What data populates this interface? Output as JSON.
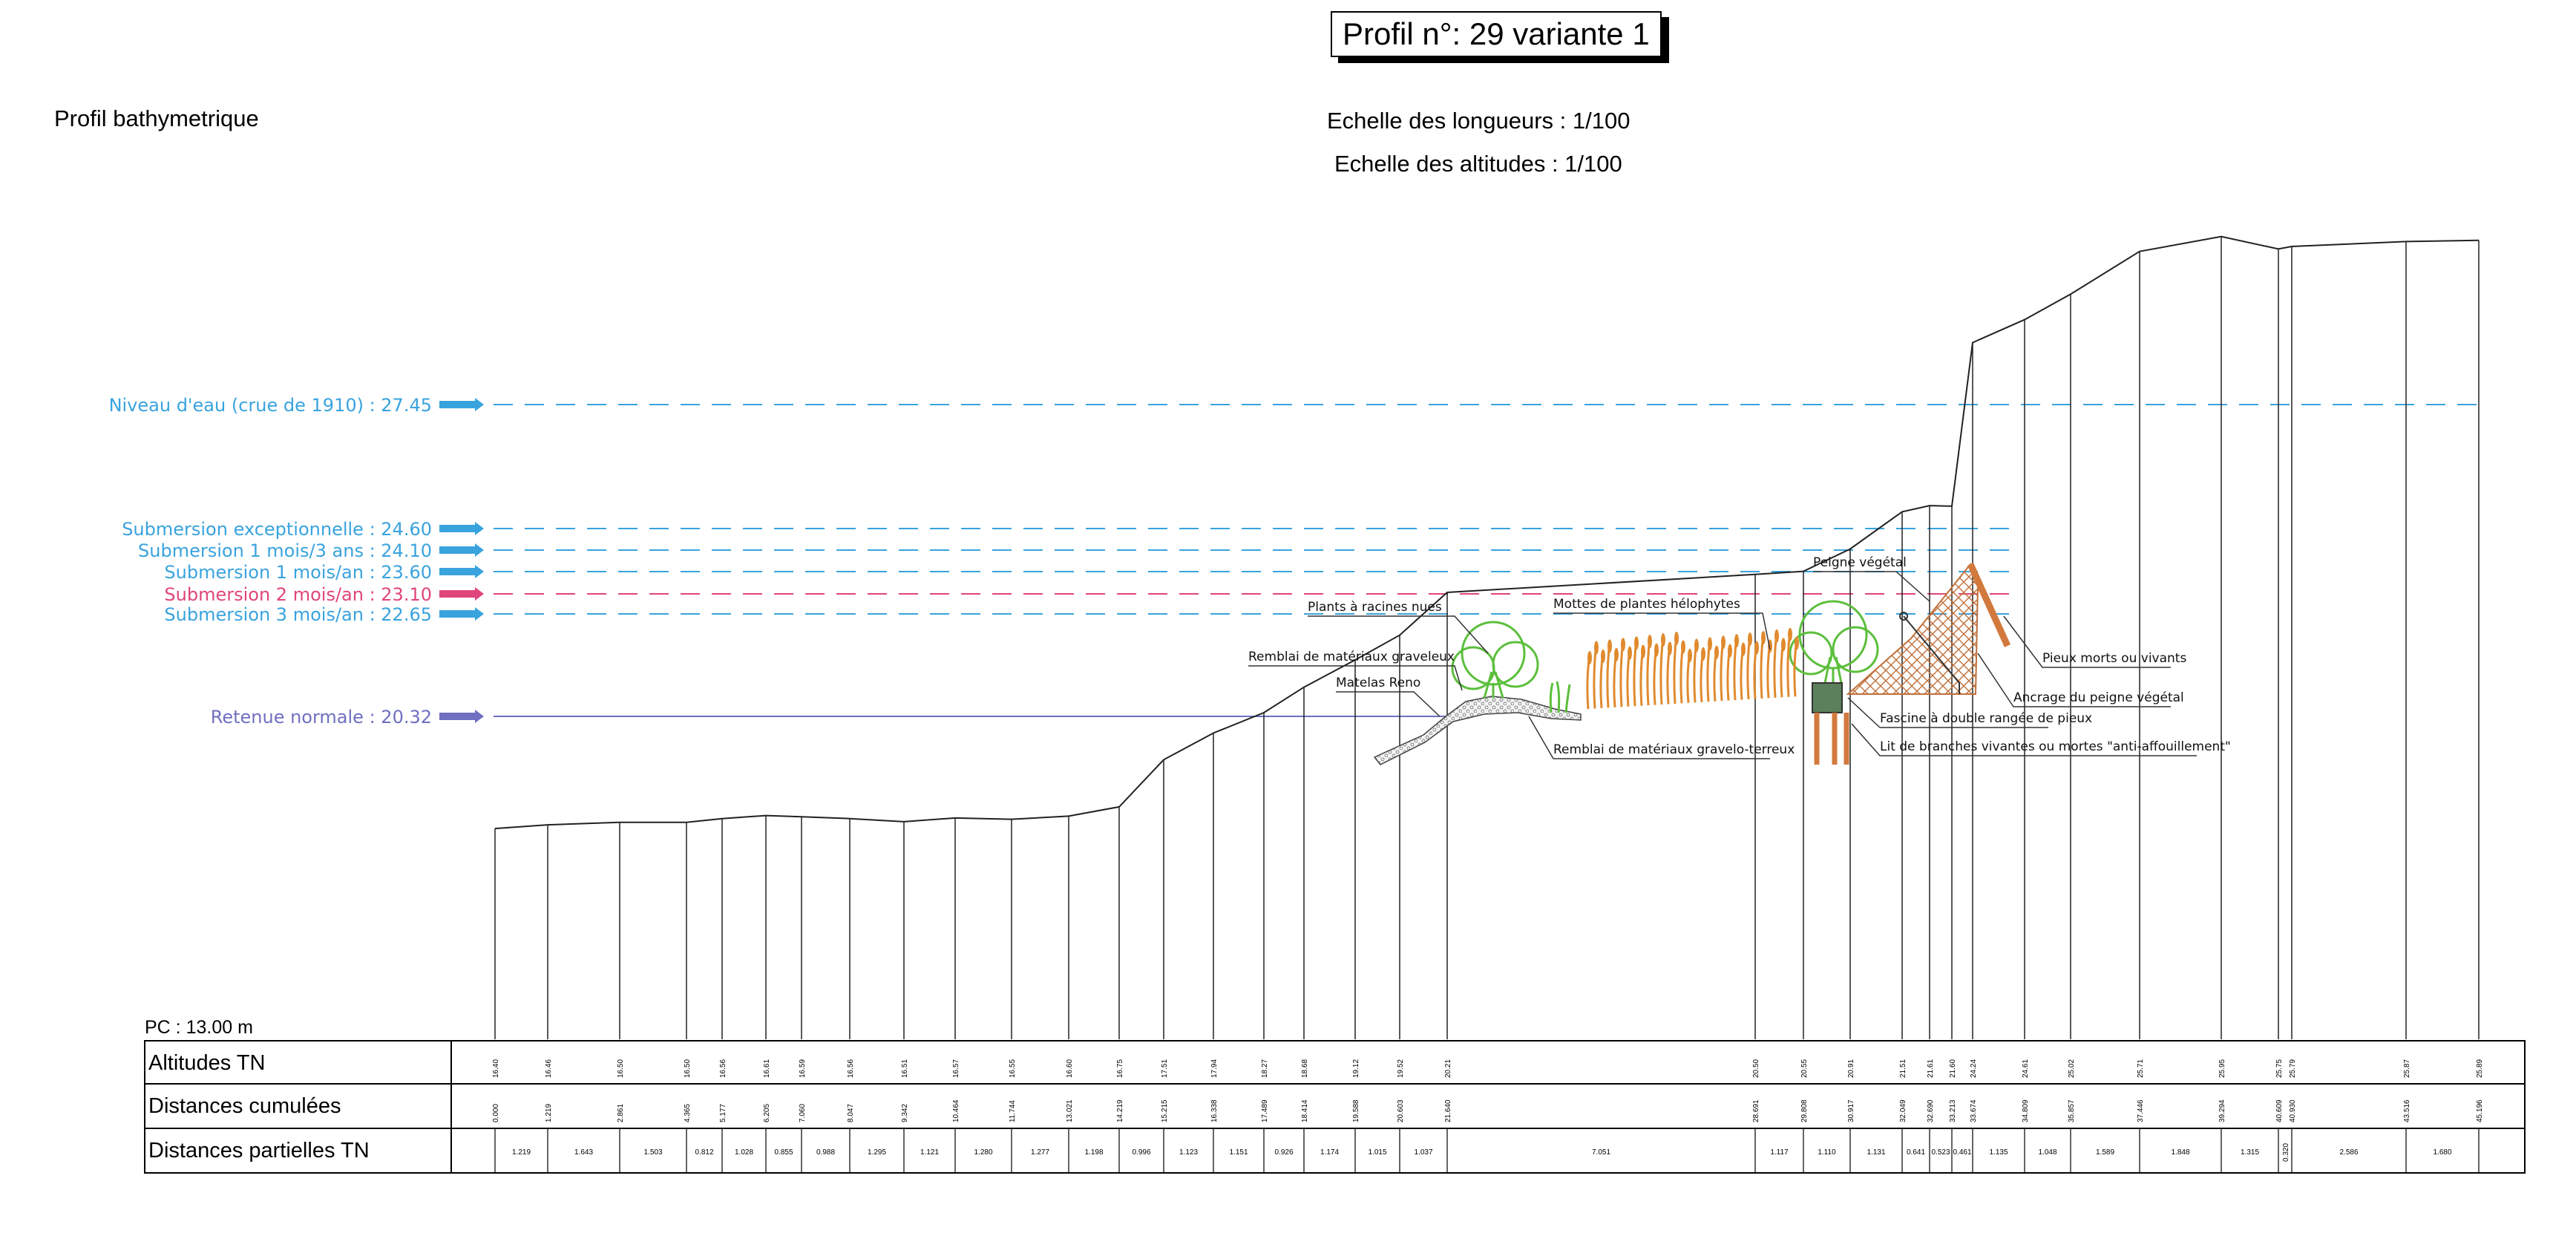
{
  "header": {
    "title": "Profil n°: 29 variante 1",
    "subtitle_left": "Profil bathymetrique",
    "scale_length": "Echelle des longueurs : 1/100",
    "scale_altitude": "Echelle des altitudes : 1/100"
  },
  "colors": {
    "blue": "#39a3de",
    "pink": "#e0457b",
    "purple": "#6f6fc1",
    "ground": "#222222",
    "vegetation": "#5cbf3c",
    "reed": "#e08a2e",
    "stake": "#d2793d"
  },
  "levels": [
    {
      "label": "Niveau d'eau (crue de 1910) : 27.45",
      "value": 27.45,
      "color": "blue"
    },
    {
      "label": "Submersion exceptionnelle : 24.60",
      "value": 24.6,
      "color": "blue"
    },
    {
      "label": "Submersion 1 mois/3 ans : 24.10",
      "value": 24.1,
      "color": "blue"
    },
    {
      "label": "Submersion 1 mois/an : 23.60",
      "value": 23.6,
      "color": "blue"
    },
    {
      "label": "Submersion 2 mois/an : 23.10",
      "value": 23.1,
      "color": "pink"
    },
    {
      "label": "Submersion 3 mois/an : 22.65",
      "value": 22.65,
      "color": "blue"
    },
    {
      "label": "Retenue normale : 20.32",
      "value": 20.32,
      "color": "purple"
    }
  ],
  "datum_label": "PC : 13.00 m",
  "table": {
    "rows": [
      "Altitudes TN",
      "Distances cumulées",
      "Distances partielles TN"
    ],
    "altitudes": [
      "16.40",
      "16.46",
      "16.50",
      "16.50",
      "16.56",
      "16.61",
      "16.59",
      "16.56",
      "16.51",
      "16.57",
      "16.55",
      "16.60",
      "16.75",
      "17.51",
      "17.94",
      "18.27",
      "18.68",
      "19.12",
      "19.52",
      "20.21",
      "20.50",
      "20.55",
      "20.91",
      "21.51",
      "21.61",
      "21.60",
      "24.24",
      "24.61",
      "25.02",
      "25.71",
      "25.95",
      "25.75",
      "25.79",
      "25.87",
      "25.89"
    ],
    "cumulated": [
      "0.000",
      "1.219",
      "2.861",
      "4.365",
      "5.177",
      "6.205",
      "7.060",
      "8.047",
      "9.342",
      "10.464",
      "11.744",
      "13.021",
      "14.219",
      "15.215",
      "16.338",
      "17.489",
      "18.414",
      "19.588",
      "20.603",
      "21.640",
      "28.691",
      "29.808",
      "30.917",
      "32.049",
      "32.690",
      "33.213",
      "33.674",
      "34.809",
      "35.857",
      "37.446",
      "39.294",
      "40.609",
      "40.930",
      "43.516",
      "45.196"
    ],
    "partial": [
      "1.219",
      "1.643",
      "1.503",
      "0.812",
      "1.028",
      "0.855",
      "0.988",
      "1.295",
      "1.121",
      "1.280",
      "1.277",
      "1.198",
      "0.996",
      "1.123",
      "1.151",
      "0.926",
      "1.174",
      "1.015",
      "1.037",
      "7.051",
      "1.117",
      "1.110",
      "1.131",
      "0.641",
      "0.523",
      "0.461",
      "1.135",
      "1.048",
      "1.589",
      "1.848",
      "1.315",
      "0.320",
      "2.586",
      "1.680"
    ]
  },
  "annotations": {
    "peigne": "Peigne végétal",
    "plants": "Plants à racines nues",
    "mottes": "Mottes de plantes hélophytes",
    "remblai_grav": "Remblai de matériaux graveleux",
    "matelas": "Matelas Reno",
    "remblai_terreux": "Remblai de matériaux gravelo-terreux",
    "pieux": "Pieux morts ou vivants",
    "ancrage": "Ancrage du peigne végétal",
    "fascine": "Fascine à double rangée de pieux",
    "lit": "Lit de branches vivantes ou mortes \"anti-affouillement\""
  }
}
